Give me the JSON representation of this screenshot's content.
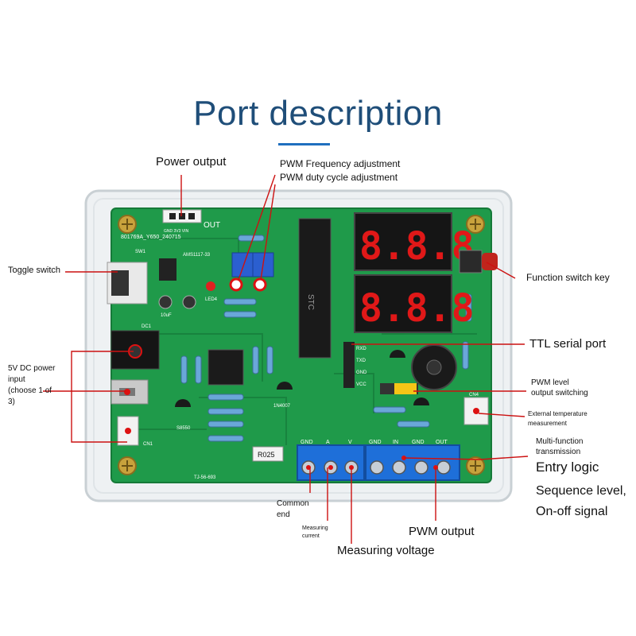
{
  "title": "Port description",
  "labels": {
    "power_output": "Power output",
    "pwm_freq": "PWM Frequency adjustment",
    "pwm_duty": "PWM duty cycle adjustment",
    "toggle_switch": "Toggle switch",
    "function_key": "Function switch key",
    "ttl_serial": "TTL serial port",
    "dc_power_l1": "5V DC power",
    "dc_power_l2": "input",
    "dc_power_l3": "(choose 1 of",
    "dc_power_l4": "3)",
    "pwm_level_l1": "PWM level",
    "pwm_level_l2": "output switching",
    "ext_temp_l1": "External temperature",
    "ext_temp_l2": "measurement",
    "multi_func_l1": "Multi-function",
    "multi_func_l2": "transmission",
    "entry_logic": "Entry logic",
    "sequence_level": "Sequence level,",
    "onoff_signal": "On-off signal",
    "common_end_l1": "Common",
    "common_end_l2": "end",
    "measuring_current_l1": "Measuring",
    "measuring_current_l2": "current",
    "pwm_output": "PWM output",
    "measuring_voltage": "Measuring voltage"
  },
  "board": {
    "out_label": "OUT",
    "pins_label": "GND 3V3 VIN",
    "model_text": "801769A_Y650_240715",
    "sw_label": "SW1",
    "reg_label": "AMS1117-33",
    "led_label": "LED4",
    "cap_label": "10uF",
    "ic_label": "STC",
    "resistor_value": "R025",
    "part_code": "TJ-56-693",
    "diode_label": "1N4007",
    "transistor_label": "S8550",
    "terminal_a": [
      "GND",
      "A",
      "V"
    ],
    "terminal_b": [
      "GND",
      "IN",
      "GND",
      "OUT"
    ],
    "serial_pins": [
      "RXD",
      "TXD",
      "GND",
      "VCC"
    ],
    "cn4_label": "CN4",
    "cn1_label": "CN1",
    "dc1_label": "DC1"
  },
  "colors": {
    "title": "#1f4e79",
    "pcb": "#1f9a4a",
    "leader": "#cc1111",
    "terminal": "#1e6fd9",
    "display": "#e01818"
  }
}
